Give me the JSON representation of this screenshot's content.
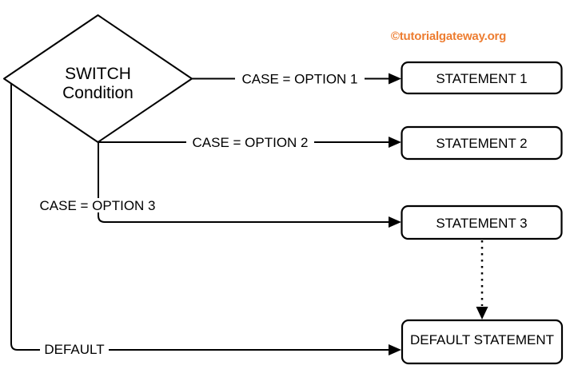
{
  "watermark": {
    "text": "©tutorialgateway.org",
    "color": "#ED7D31"
  },
  "diagram": {
    "type": "flowchart",
    "decision": {
      "shape": "diamond",
      "line1": "SWITCH",
      "line2": "Condition"
    },
    "branches": [
      {
        "label": "CASE = OPTION 1",
        "target": "STATEMENT 1"
      },
      {
        "label": "CASE = OPTION 2",
        "target": "STATEMENT 2"
      },
      {
        "label": "CASE = OPTION 3",
        "target": "STATEMENT 3"
      },
      {
        "label": "DEFAULT",
        "target": "DEFAULT STATEMENT"
      }
    ],
    "dotted_connector": {
      "style": "dotted-arrow",
      "from": "STATEMENT 3",
      "to": "DEFAULT STATEMENT"
    },
    "colors": {
      "line": "#000000",
      "node_fill": "#ffffff",
      "background": "#ffffff"
    }
  }
}
